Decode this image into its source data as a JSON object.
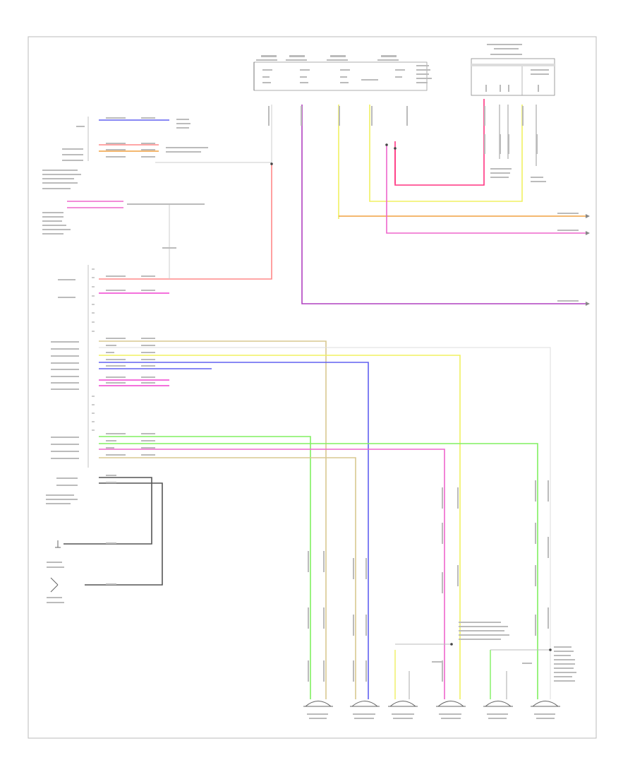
{
  "colors": {
    "border": "#bbbbbb",
    "wire_red": "#ff8888",
    "wire_pink": "#ee66cc",
    "wire_magenta": "#f040d0",
    "wire_purple": "#b040c0",
    "wire_blue": "#6060f0",
    "wire_yellow": "#f0f060",
    "wire_orange": "#f0a040",
    "wire_green": "#80f060",
    "wire_tan": "#d8c890",
    "wire_gray": "#cccccc",
    "wire_black": "#555555",
    "wire_hotpink": "#ff3380"
  },
  "footer": {
    "code": ""
  },
  "icons": [
    "ground-symbol",
    "speaker-symbol",
    "connector-arrow",
    "splice-dot"
  ]
}
